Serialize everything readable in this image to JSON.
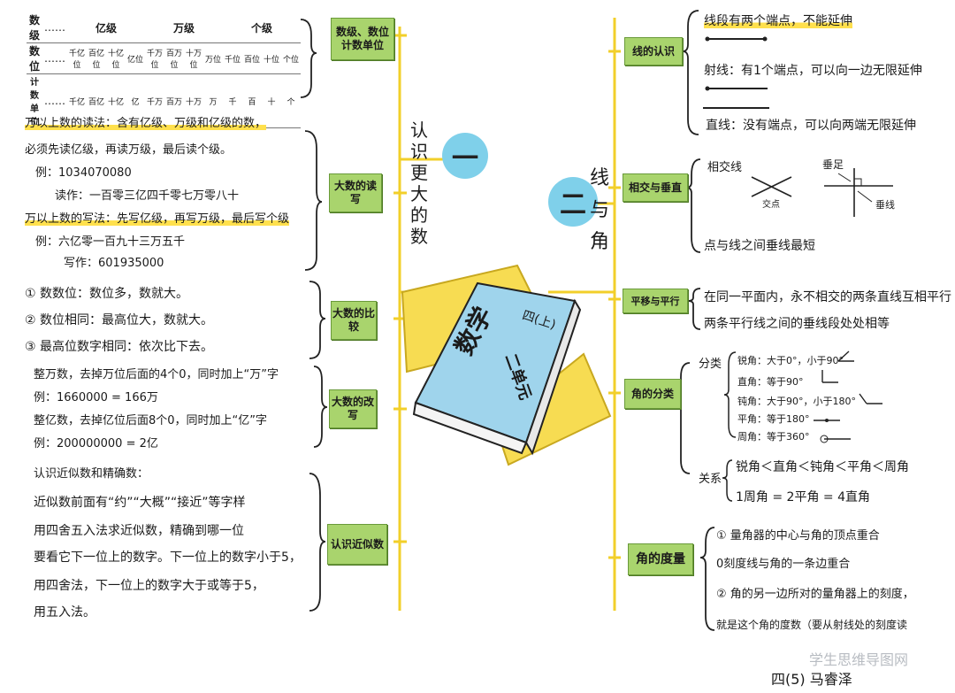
{
  "part1": {
    "number": "一",
    "title": "认识更大的数",
    "branches": {
      "place": {
        "label": "数级、数位计数单位",
        "table": {
          "row_heads": [
            "数级",
            "数位",
            "计数单位"
          ],
          "ellipsis": "……",
          "levels": [
            "亿级",
            "万级",
            "个级"
          ],
          "places": [
            "千亿位",
            "百亿位",
            "十亿位",
            "亿位",
            "千万位",
            "百万位",
            "十万位",
            "万位",
            "千位",
            "百位",
            "十位",
            "个位"
          ],
          "units": [
            "千亿",
            "百亿",
            "十亿",
            "亿",
            "千万",
            "百万",
            "十万",
            "万",
            "千",
            "百",
            "十",
            "个"
          ]
        }
      },
      "read": {
        "label": "大数的读写",
        "lines": [
          "万以上数的读法：含有亿级、万级和亿级的数，",
          "必须先读亿级，再读万级，最后读个级。",
          "例：1034070080",
          "读作：一百零三亿四千零七万零八十",
          "万以上数的写法：先写亿级，再写万级，最后写个级",
          "例：六亿零一百九十三万五千",
          "写作：601935000"
        ]
      },
      "compare": {
        "label": "大数的比较",
        "lines": [
          "① 数数位：数位多，数就大。",
          "② 数位相同：最高位大，数就大。",
          "③ 最高位数字相同：依次比下去。"
        ]
      },
      "rewrite": {
        "label": "大数的改写",
        "lines": [
          "整万数，去掉万位后面的4个0，同时加上“万”字",
          "例：1660000 = 166万",
          "整亿数，去掉亿位后面8个0，同时加上“亿”字",
          "例：200000000 = 2亿"
        ]
      },
      "approx": {
        "label": "认识近似数",
        "lines": [
          "认识近似数和精确数：",
          "近似数前面有“约”“大概”“接近”等字样",
          "用四舍五入法求近似数，精确到哪一位",
          "要看它下一位上的数字。下一位上的数字小于5，",
          "用四舍法，下一位上的数字大于或等于5，",
          "用五入法。"
        ]
      }
    }
  },
  "center_book": {
    "title": "数学",
    "grade": "四(上)",
    "unit": "二单元"
  },
  "part2": {
    "number": "二",
    "title": "线与角",
    "branches": {
      "lines": {
        "label": "线的认识",
        "segment": "线段有两个端点，不能延伸",
        "ray": "射线：有1个端点，可以向一边无限延伸",
        "straight": "直线：没有端点，可以向两端无限延伸"
      },
      "intersect": {
        "label": "相交与垂直",
        "intersect_label": "相交线",
        "point_label": "交点",
        "perp_label": "垂足",
        "perp_line": "垂线",
        "note": "点与线之间垂线最短"
      },
      "parallel": {
        "label": "平移与平行",
        "lines": [
          "在同一平面内，永不相交的两条直线互相平行",
          "两条平行线之间的垂线段处处相等"
        ]
      },
      "classify": {
        "label": "角的分类",
        "kind_label": "分类",
        "kinds": [
          "锐角：大于0°，小于90°",
          "直角：等于90°",
          "钝角：大于90°，小于180°",
          "平角：等于180°",
          "周角：等于360°"
        ],
        "relation_label": "关系",
        "relations": [
          "锐角＜直角＜钝角＜平角＜周角",
          "1周角 = 2平角 = 4直角"
        ]
      },
      "measure": {
        "label": "角的度量",
        "lines": [
          "① 量角器的中心与角的顶点重合",
          "0刻度线与角的一条边重合",
          "② 角的另一边所对的量角器上的刻度，",
          "就是这个角的度数（要从射线处的刻度读"
        ]
      }
    }
  },
  "footer": {
    "watermark": "学生思维导图网",
    "author": "四(5) 马睿泽"
  },
  "colors": {
    "box_green": "#a9d46d",
    "circle_blue": "#7fd0ea",
    "connector_yellow": "#f2cf2a",
    "highlight_yellow": "#ffe04d",
    "book_blue": "#9fd4ec"
  }
}
